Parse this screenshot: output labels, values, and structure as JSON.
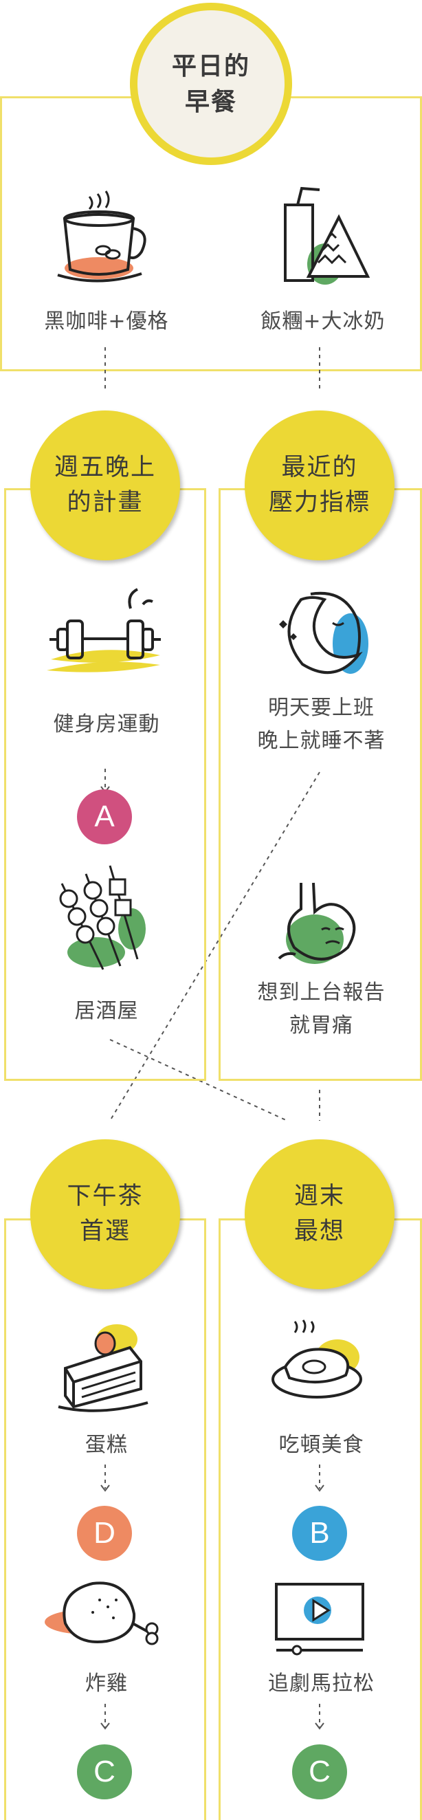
{
  "breakfast": {
    "title": "平日的\n早餐",
    "item1": "黑咖啡+優格",
    "item2": "飯糰+大冰奶"
  },
  "friday": {
    "title": "週五晚上\n的計畫",
    "item1": "健身房運動",
    "badge1": "A",
    "item2": "居酒屋"
  },
  "stress": {
    "title": "最近的\n壓力指標",
    "item1": "明天要上班\n晚上就睡不著",
    "item2": "想到上台報告\n就胃痛"
  },
  "afternoon": {
    "title": "下午茶\n首選",
    "item1": "蛋糕",
    "badge1": "D",
    "item2": "炸雞",
    "badge2": "C"
  },
  "weekend": {
    "title": "週末\n最想",
    "item1": "吃頓美食",
    "badge1": "B",
    "item2": "追劇馬拉松",
    "badge2": "C"
  },
  "colors": {
    "yellow": "#ecd835",
    "badge_a": "#d0507f",
    "badge_b": "#3aa3d8",
    "badge_c": "#5fa862",
    "badge_d": "#ee8a62"
  }
}
